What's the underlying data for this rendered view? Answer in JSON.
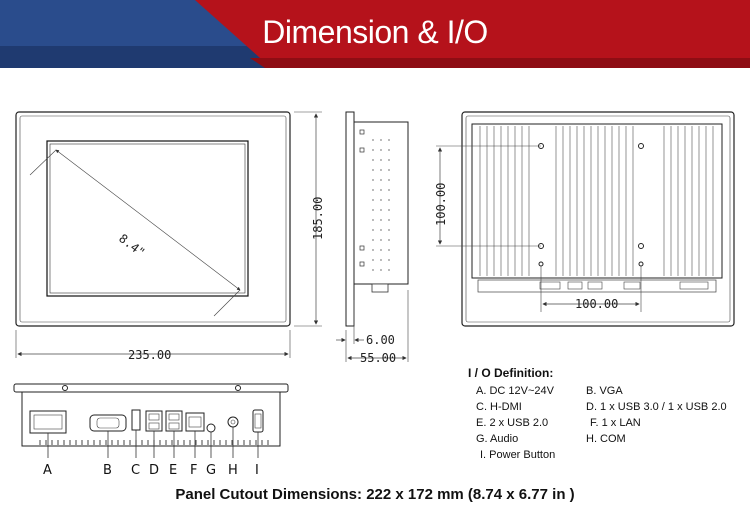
{
  "header": {
    "title": "Dimension & I/O",
    "accent_red": "#b5121b",
    "accent_blue": "#2a4c8c"
  },
  "front_view": {
    "width_label": "235.00",
    "height_label": "185.00",
    "diagonal_label": "8.4\""
  },
  "side_view": {
    "bezel_label": "6.00",
    "depth_label": "55.00"
  },
  "rear_view": {
    "vesa_h_label": "100.00",
    "vesa_v_label": "100.00"
  },
  "bottom_view": {
    "port_letters": [
      "A",
      "B",
      "C",
      "D",
      "E",
      "F",
      "G",
      "H",
      "I"
    ]
  },
  "io_definition": {
    "title": "I / O Definition:",
    "items": [
      "A. DC 12V~24V",
      "B. VGA",
      "C. H-DMI",
      "D. 1 x USB 3.0 / 1 x USB 2.0",
      "E. 2 x USB 2.0",
      "F. 1 x LAN",
      "G. Audio",
      "H. COM",
      "I. Power Button"
    ]
  },
  "footer": {
    "cutout": "Panel Cutout Dimensions: 222 x 172 mm (8.74 x 6.77 in )"
  }
}
